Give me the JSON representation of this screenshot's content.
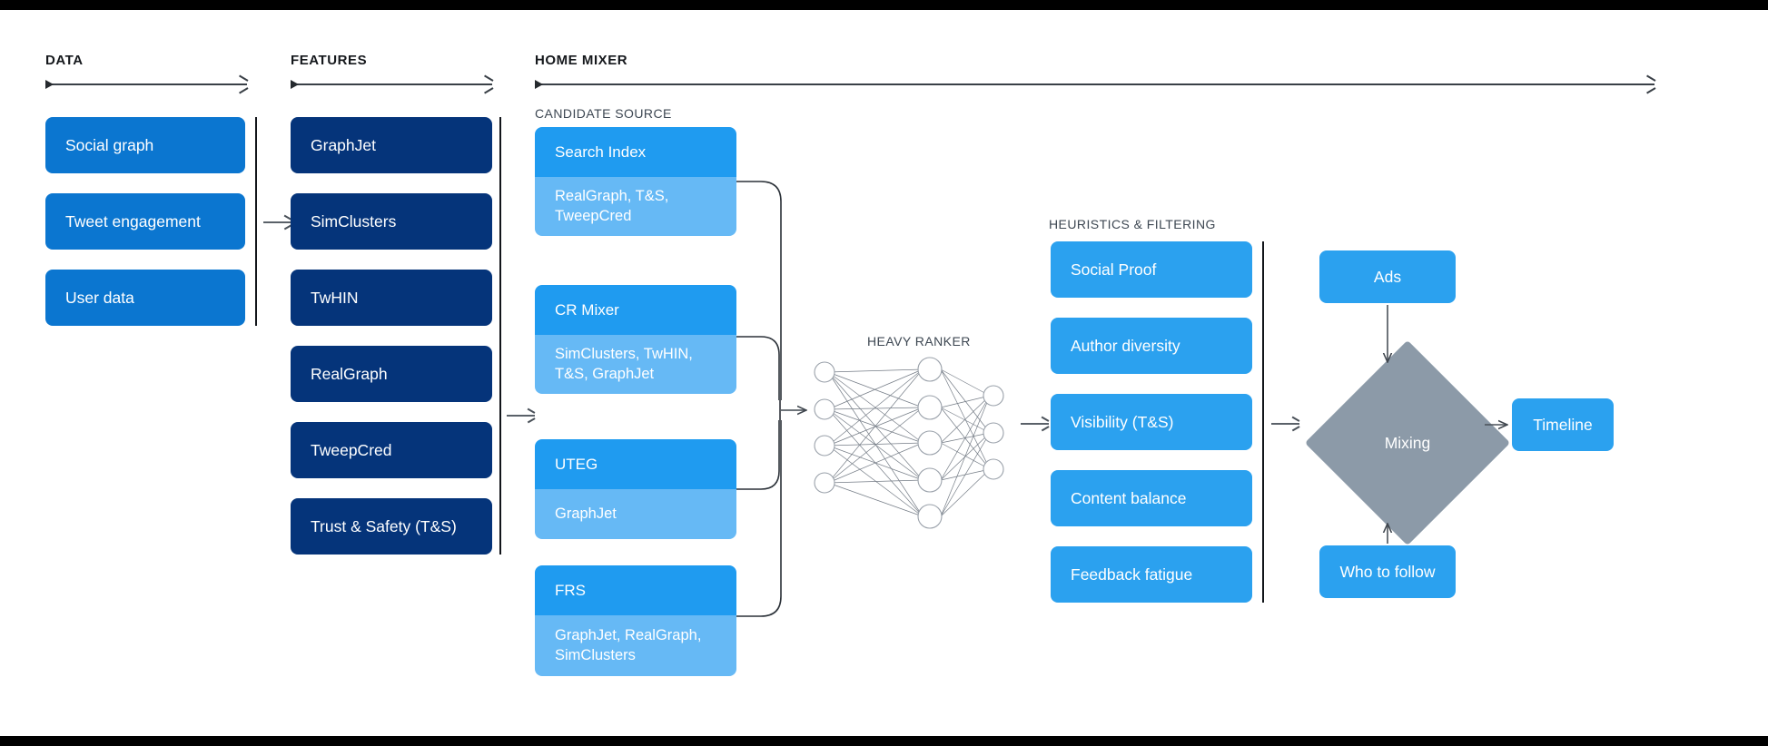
{
  "sections": {
    "data": {
      "label": "DATA"
    },
    "features": {
      "label": "FEATURES"
    },
    "home_mixer": {
      "label": "HOME MIXER"
    },
    "candidate_source": {
      "label": "CANDIDATE SOURCE"
    },
    "heavy_ranker": {
      "label": "HEAVY RANKER"
    },
    "heuristics": {
      "label": "HEURISTICS & FILTERING"
    }
  },
  "data_cards": [
    {
      "label": "Social graph"
    },
    {
      "label": "Tweet engagement"
    },
    {
      "label": "User data"
    }
  ],
  "feature_cards": [
    {
      "label": "GraphJet"
    },
    {
      "label": "SimClusters"
    },
    {
      "label": "TwHIN"
    },
    {
      "label": "RealGraph"
    },
    {
      "label": "TweepCred"
    },
    {
      "label": "Trust & Safety (T&S)"
    }
  ],
  "candidate_sources": [
    {
      "title": "Search Index",
      "detail": "RealGraph, T&S, TweepCred"
    },
    {
      "title": "CR Mixer",
      "detail": "SimClusters, TwHIN, T&S, GraphJet"
    },
    {
      "title": "UTEG",
      "detail": "GraphJet"
    },
    {
      "title": "FRS",
      "detail": "GraphJet, RealGraph, SimClusters"
    }
  ],
  "heuristic_cards": [
    {
      "label": "Social Proof"
    },
    {
      "label": "Author diversity"
    },
    {
      "label": "Visibility (T&S)"
    },
    {
      "label": "Content balance"
    },
    {
      "label": "Feedback fatigue"
    }
  ],
  "mixing": {
    "label": "Mixing"
  },
  "outputs": {
    "ads": "Ads",
    "who_to_follow": "Who to follow",
    "timeline": "Timeline"
  },
  "neural_net": {
    "input_nodes": 4,
    "hidden_nodes": 5,
    "output_nodes": 3
  },
  "colors": {
    "data_blue": "#0b76d0",
    "feature_navy": "#05347a",
    "candidate_top": "#1f9bf0",
    "candidate_bottom": "#66b9f5",
    "heuristic_blue": "#2ba1ef",
    "mixing_gray": "#8c9aa8",
    "line": "#3a4047"
  }
}
